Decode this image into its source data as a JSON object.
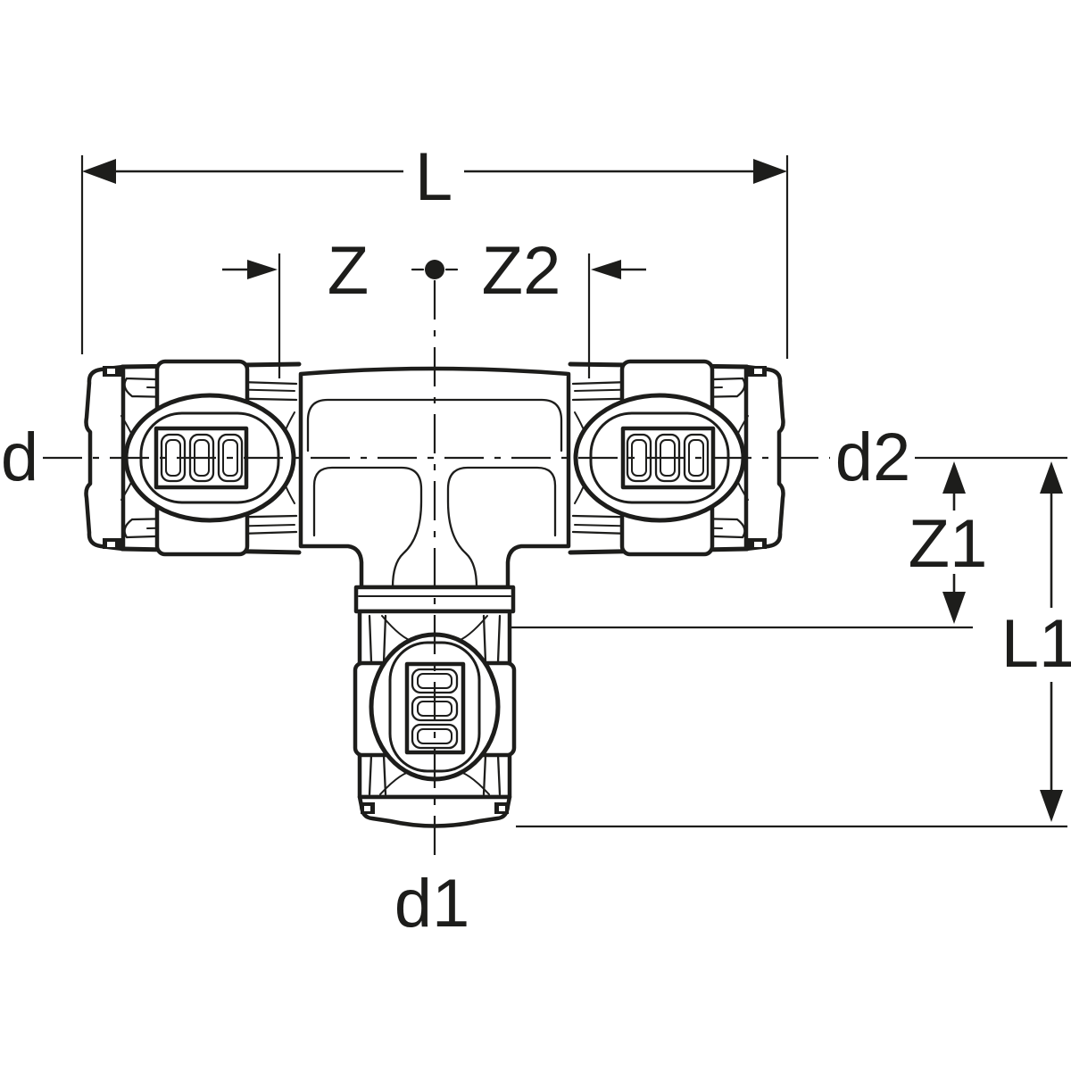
{
  "drawing": {
    "background_color": "#ffffff",
    "line_color": "#1d1d1b",
    "subject": "Dimensioned technical line drawing of a T-piece press fitting with two horizontal outlets and one bottom branch outlet, each with press-indicator windows",
    "labels": {
      "overall_length": "L",
      "center_to_left": "Z",
      "center_to_right": "Z2",
      "left_outlet_diameter": "d",
      "right_outlet_diameter": "d2",
      "branch_center_offset": "Z1",
      "branch_length": "L1",
      "branch_diameter": "d1"
    }
  }
}
